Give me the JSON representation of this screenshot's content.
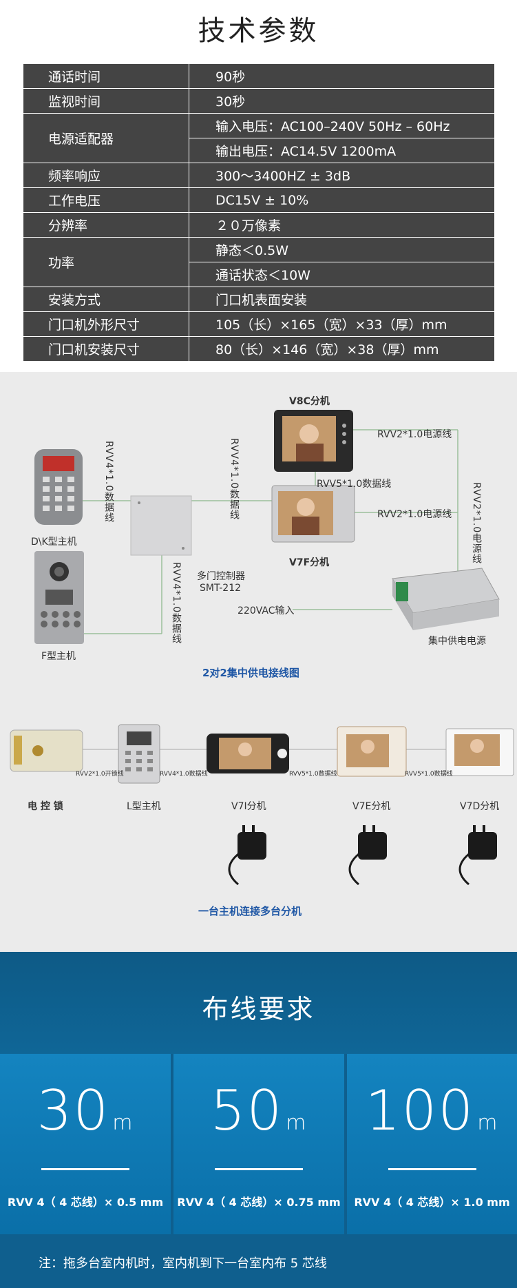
{
  "title": "技术参数",
  "specs": [
    {
      "label": "通话时间",
      "values": [
        "90秒"
      ]
    },
    {
      "label": "监视时间",
      "values": [
        "30秒"
      ]
    },
    {
      "label": "电源适配器",
      "values": [
        "输入电压：AC100–240V  50Hz  –  60Hz",
        "输出电压：AC14.5V   1200mA"
      ]
    },
    {
      "label": "频率响应",
      "values": [
        "300～3400HZ ± 3dB"
      ]
    },
    {
      "label": "工作电压",
      "values": [
        "DC15V ± 10%"
      ]
    },
    {
      "label": "分辨率",
      "values": [
        "２０万像素"
      ]
    },
    {
      "label": "功率",
      "values": [
        "静态＜0.5W",
        "通话状态＜10W"
      ]
    },
    {
      "label": "安装方式",
      "values": [
        "门口机表面安装"
      ]
    },
    {
      "label": "门口机外形尺寸",
      "values": [
        "105（长）×165（宽）×33（厚）mm"
      ]
    },
    {
      "label": "门口机安装尺寸",
      "values": [
        "80（长）×146（宽）×38（厚）mm"
      ]
    }
  ],
  "diagram1": {
    "v8c": "V8C分机",
    "v7f": "V7F分机",
    "dk_host": "D\\K型主机",
    "f_host": "F型主机",
    "controller_line1": "多门控制器",
    "controller_line2": "SMT-212",
    "power_supply": "集中供电电源",
    "ac_input": "220VAC输入",
    "wire_rvv4_a": "RVV4*1.0数据线",
    "wire_rvv4_b": "RVV4*1.0数据线",
    "wire_rvv4_c": "RVV4*1.0数据线",
    "wire_rvv5": "RVV5*1.0数据线",
    "wire_rvv2_a": "RVV2*1.0电源线",
    "wire_rvv2_b": "RVV2*1.0电源线",
    "wire_rvv2_c": "RVV2*1.0电源线",
    "caption": "2对2集中供电接线图"
  },
  "diagram2": {
    "lock": "电 控 锁",
    "l_host": "L型主机",
    "v7i": "V7I分机",
    "v7e": "V7E分机",
    "v7d": "V7D分机",
    "w1": "RVV2*1.0开锁线",
    "w2": "RVV4*1.0数据线",
    "w3": "RVV5*1.0数据线",
    "w4": "RVV5*1.0数据线",
    "caption": "一台主机连接多台分机"
  },
  "wiring": {
    "title": "布线要求",
    "items": [
      {
        "distance": "30",
        "unit": "m",
        "spec": "RVV 4（ 4 芯线）× 0.5 mm"
      },
      {
        "distance": "50",
        "unit": "m",
        "spec": "RVV 4（ 4 芯线）× 0.75 mm"
      },
      {
        "distance": "100",
        "unit": "m",
        "spec": "RVV 4（ 4 芯线）× 1.0 mm"
      }
    ],
    "note": "注：拖多台室内机时，室内机到下一台室内布 5 芯线"
  },
  "colors": {
    "table_bg": "#444444",
    "caption_blue": "#1f57a5",
    "wiring_blue": "#0f6697"
  }
}
